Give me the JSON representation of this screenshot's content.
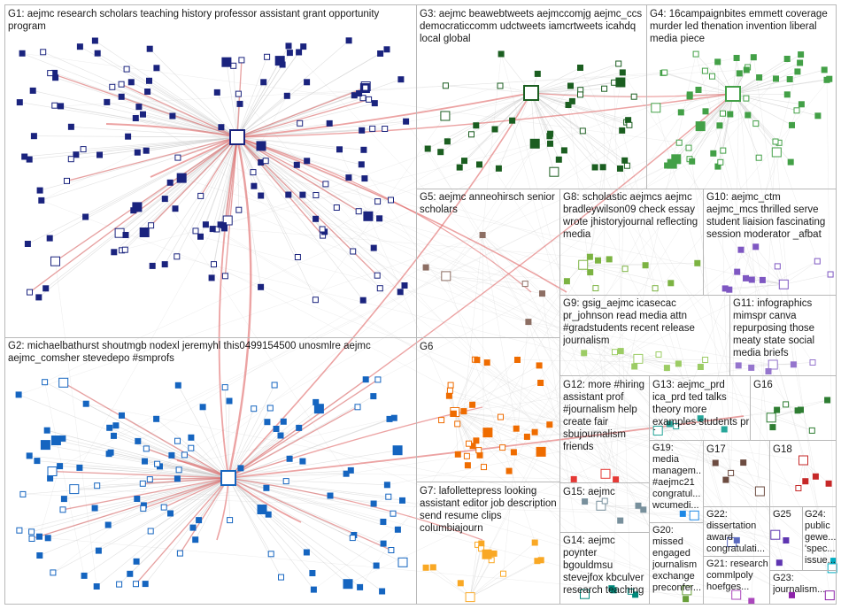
{
  "colors": {
    "background": "#ffffff",
    "box_border": "#b8b8b8",
    "edge_grey": "#c9c9c9",
    "edge_red": "#e06666",
    "G1": "#1a237e",
    "G2": "#1565c0",
    "G3": "#1b5e20",
    "G4": "#43a047",
    "G5": "#8d6e63",
    "G6": "#ef6c00",
    "G7": "#f9a825",
    "G8": "#7cb342",
    "G9": "#9ccc65",
    "G10": "#7e57c2",
    "G11": "#9575cd",
    "G12": "#e53935",
    "G13": "#26a69a",
    "G14": "#00897b",
    "G15": "#78909c",
    "G16": "#2e7d32",
    "G17": "#6d4c41",
    "G18": "#c62828",
    "G19": "#1e88e5",
    "G20": "#689f38",
    "G21": "#ab47bc",
    "G22": "#5c6bc0",
    "G23": "#8e24aa",
    "G24": "#00acc1",
    "G25": "#5e35b1"
  },
  "groups": [
    {
      "id": "G1",
      "label": "G1: aejmc research scholars teaching history professor assistant grant opportunity program"
    },
    {
      "id": "G2",
      "label": "G2: michaelbathurst shoutmgb nodexl jeremyhl this0499154500 unosmlre aejmc aejmc_comsher stevedepo #smprofs"
    },
    {
      "id": "G3",
      "label": "G3: aejmc beawebtweets aejmccomjg aejmc_ccs democraticcomm udctweets iamcrtweets icahdq local global"
    },
    {
      "id": "G4",
      "label": "G4: 16campaignbites emmett coverage murder led thenation invention liberal media piece"
    },
    {
      "id": "G5",
      "label": "G5: aejmc anneohirsch senior scholars"
    },
    {
      "id": "G6",
      "label": "G6"
    },
    {
      "id": "G7",
      "label": "G7: lafollettepress looking assistant editor job description send resume clips columbiajourn"
    },
    {
      "id": "G8",
      "label": "G8: scholastic aejmcs aejmc bradleywilson09 check essay wrote jhistoryjournal reflecting media"
    },
    {
      "id": "G9",
      "label": "G9: gsig_aejmc icasecac pr_johnson read media attn #gradstudents recent release journalism"
    },
    {
      "id": "G10",
      "label": "G10: aejmc_ctm aejmc_mcs thrilled serve student liaision fascinating session moderator _afbat"
    },
    {
      "id": "G11",
      "label": "G11: infographics mimspr canva repurposing those meaty state social media briefs"
    },
    {
      "id": "G12",
      "label": "G12: more #hiring assistant prof #journalism help create fair sbujournalism friends"
    },
    {
      "id": "G13",
      "label": "G13: aejmc_prd ica_prd ted talks theory more examples students pr fun"
    },
    {
      "id": "G14",
      "label": "G14: aejmc poynter bgouldmsu stevejfox kbculver research teaching"
    },
    {
      "id": "G15",
      "label": "G15: aejmc"
    },
    {
      "id": "G16",
      "label": "G16"
    },
    {
      "id": "G17",
      "label": "G17"
    },
    {
      "id": "G18",
      "label": "G18"
    },
    {
      "id": "G19",
      "label": "G19: media managem... #aejmc21 congratul... wcumedi..."
    },
    {
      "id": "G20",
      "label": "G20: missed engaged journalism exchange preconfer..."
    },
    {
      "id": "G21",
      "label": "G21: research commlpoly hoefges..."
    },
    {
      "id": "G22",
      "label": "G22: dissertation award congratulati..."
    },
    {
      "id": "G23",
      "label": "G23: journalism..."
    },
    {
      "id": "G24",
      "label": "G24: public gewe... 'spec... issue..."
    },
    {
      "id": "G25",
      "label": "G25"
    }
  ]
}
